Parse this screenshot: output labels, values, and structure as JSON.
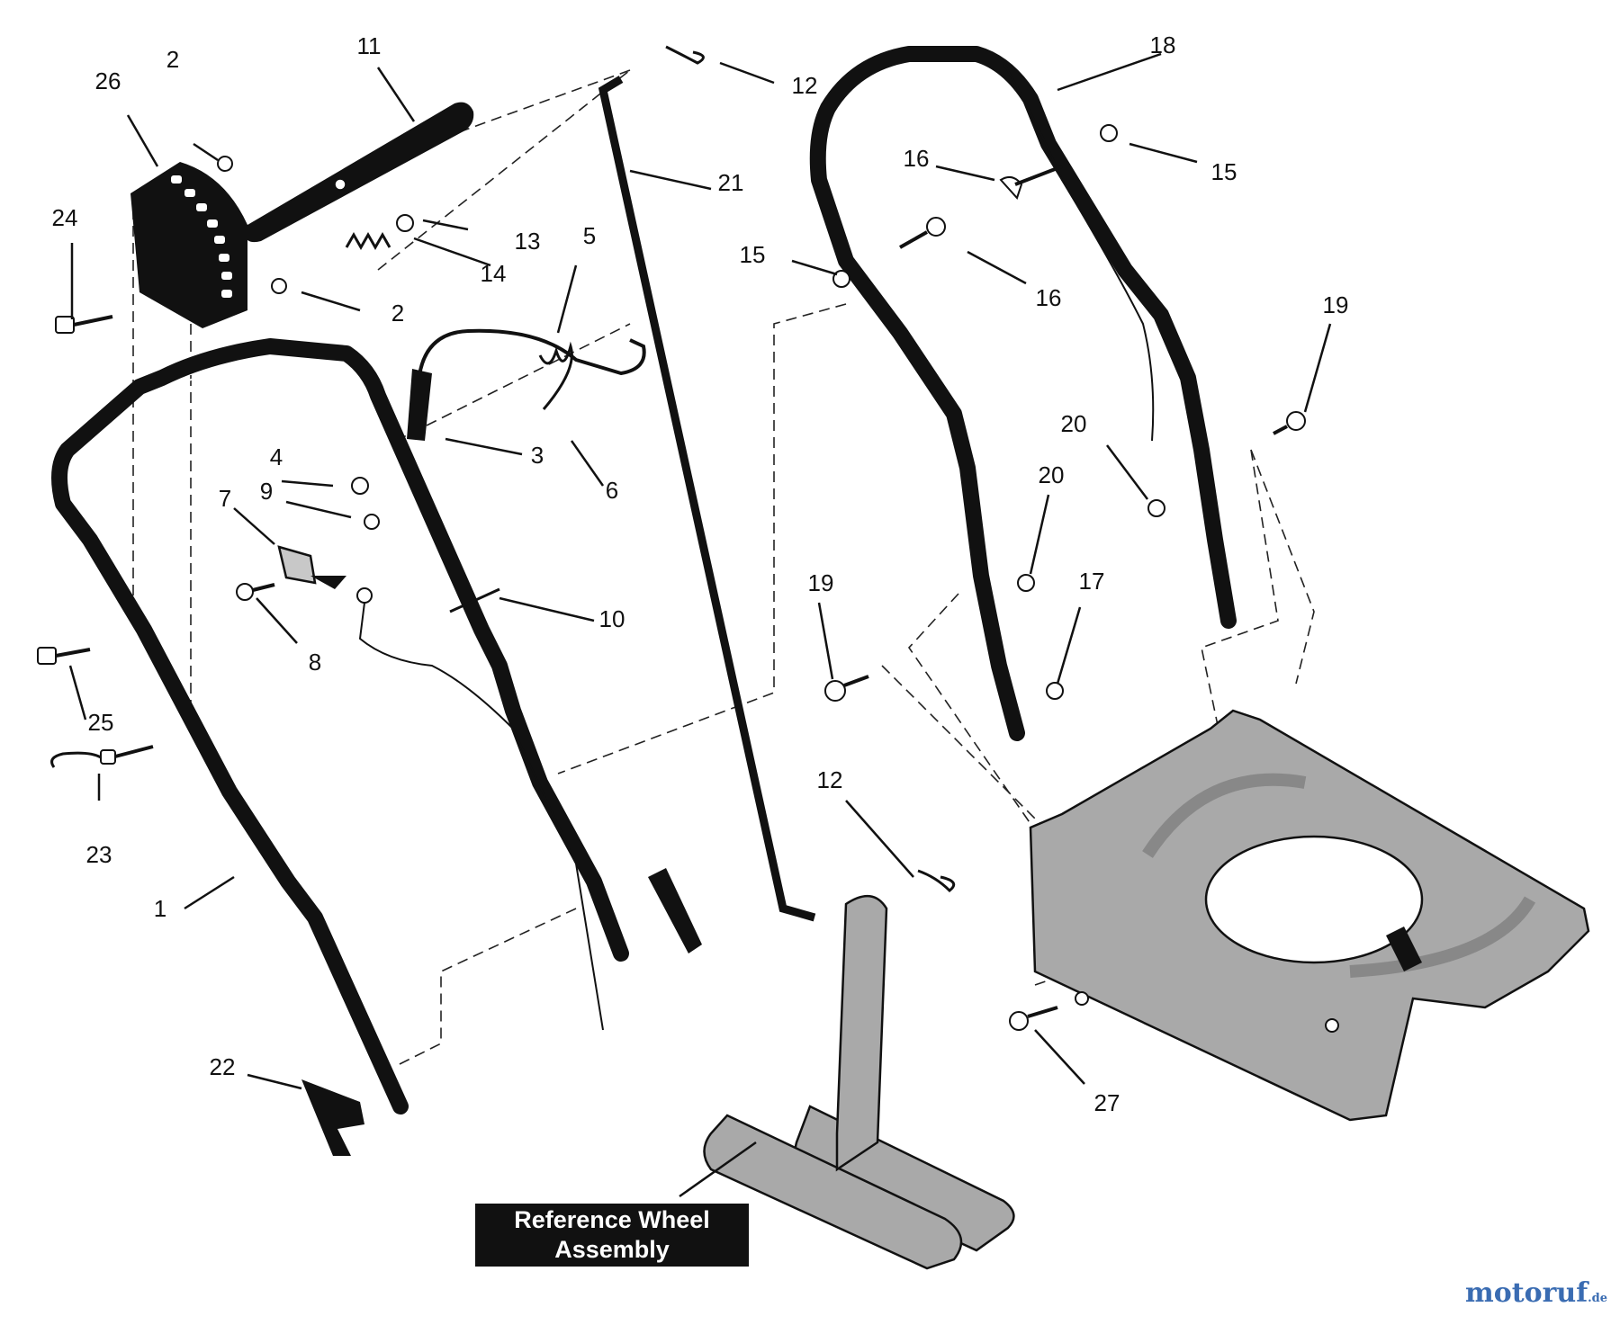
{
  "reference_label": {
    "line1": "Reference Wheel",
    "line2": "Assembly"
  },
  "watermark": {
    "main": "motoruf",
    "suffix": ".de"
  },
  "callouts": [
    "1",
    "2",
    "3",
    "4",
    "5",
    "6",
    "7",
    "8",
    "9",
    "10",
    "11",
    "12",
    "13",
    "14",
    "15",
    "16",
    "17",
    "18",
    "19",
    "20",
    "21",
    "22",
    "23",
    "24",
    "25",
    "26",
    "27"
  ],
  "colors": {
    "ink": "#111111",
    "part_grey": "#a9a9a9",
    "watermark": "#3a6cb2"
  }
}
